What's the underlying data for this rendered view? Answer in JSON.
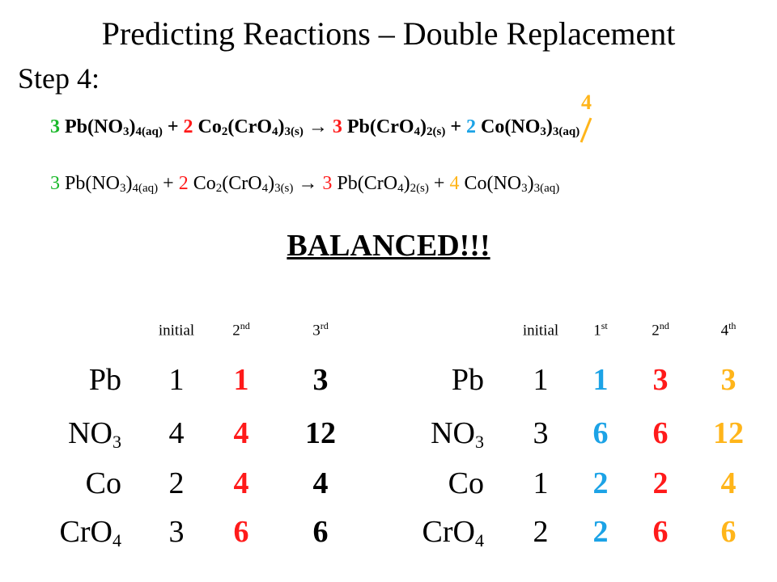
{
  "title": "Predicting Reactions – Double Replacement",
  "step": "Step 4:",
  "equations": {
    "eq1": {
      "c1": "3",
      "r1": "Pb(NO",
      "r1_sub1": "3",
      "r1_close": ")",
      "r1_sub2": "4(aq)",
      "plus1": "+",
      "c2": "2",
      "r2": "Co",
      "r2_sub1": "2",
      "r2_mid": "(CrO",
      "r2_sub2": "4",
      "r2_close": ")",
      "r2_sub3": "3(s)",
      "arrow": "→",
      "c3": "3",
      "p1": "Pb(CrO",
      "p1_sub1": "4",
      "p1_close": ")",
      "p1_sub2": "2(s)",
      "plus2": "+",
      "c4": "2",
      "p2": "Co(NO",
      "p2_sub1": "3",
      "p2_close": ")",
      "p2_sub2": "3(aq)",
      "correction": "4"
    },
    "eq2": {
      "c1": "3",
      "r1": "Pb(NO",
      "r1_sub1": "3",
      "r1_close": ")",
      "r1_sub2": "4(aq)",
      "plus1": "+",
      "c2": "2",
      "r2": "Co",
      "r2_sub1": "2",
      "r2_mid": "(CrO",
      "r2_sub2": "4",
      "r2_close": ")",
      "r2_sub3": "3(s)",
      "arrow": "→",
      "c3": "3",
      "p1": "Pb(CrO",
      "p1_sub1": "4",
      "p1_close": ")",
      "p1_sub2": "2(s)",
      "plus2": "+",
      "c4": "4",
      "p2": "Co(NO",
      "p2_sub1": "3",
      "p2_close": ")",
      "p2_sub2": "3(aq)"
    }
  },
  "balanced": "BALANCED!!!",
  "left_table": {
    "headers": [
      {
        "text": "initial",
        "sup": ""
      },
      {
        "text": "2",
        "sup": "nd"
      },
      {
        "text": "3",
        "sup": "rd"
      }
    ],
    "rows": [
      {
        "label": "Pb",
        "sub": "",
        "vals": [
          "1",
          "1",
          "3"
        ]
      },
      {
        "label": "NO",
        "sub": "3",
        "vals": [
          "4",
          "4",
          "12"
        ]
      },
      {
        "label": "Co",
        "sub": "",
        "vals": [
          "2",
          "4",
          "4"
        ]
      },
      {
        "label": "CrO",
        "sub": "4",
        "vals": [
          "3",
          "6",
          "6"
        ]
      }
    ]
  },
  "right_table": {
    "headers": [
      {
        "text": "initial",
        "sup": ""
      },
      {
        "text": "1",
        "sup": "st"
      },
      {
        "text": "2",
        "sup": "nd"
      },
      {
        "text": "4",
        "sup": "th"
      }
    ],
    "rows": [
      {
        "label": "Pb",
        "sub": "",
        "vals": [
          "1",
          "1",
          "3",
          "3"
        ]
      },
      {
        "label": "NO",
        "sub": "3",
        "vals": [
          "3",
          "6",
          "6",
          "12"
        ]
      },
      {
        "label": "Co",
        "sub": "",
        "vals": [
          "1",
          "2",
          "2",
          "4"
        ]
      },
      {
        "label": "CrO",
        "sub": "4",
        "vals": [
          "2",
          "2",
          "6",
          "6"
        ]
      }
    ]
  },
  "colors": {
    "green": "#1ab82a",
    "red": "#ff1a1a",
    "blue": "#1ca3e6",
    "orange": "#ffb51a",
    "text": "#000000"
  }
}
